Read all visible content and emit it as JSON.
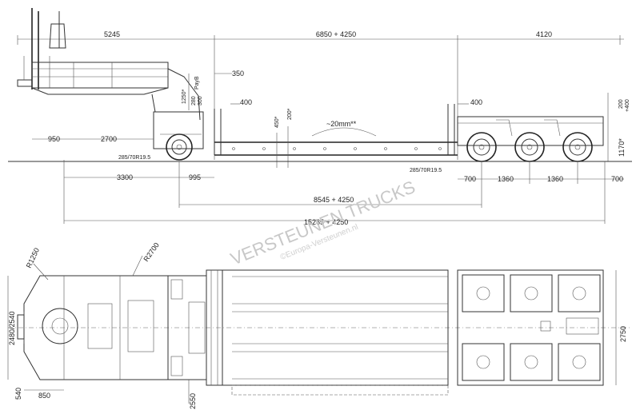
{
  "side_view": {
    "dims_top": {
      "front": "5245",
      "middle": "6850 + 4250",
      "rear": "4120",
      "kingpin_offset": "350",
      "deck_start_left": "400",
      "deck_start_right": "400",
      "gooseneck_height": "1250*",
      "deck_depth_left": "450*",
      "deck_depth_right": "200*",
      "deflection": "~20mm**",
      "rear_height_a": "200",
      "rear_height_b": "+400",
      "total_height": "1170*",
      "fifth_wheel_a": "280",
      "fifth_wheel_b": "300",
      "fifth_wheel_label": "PayB"
    },
    "tyres_front": "285/70R19.5",
    "tyres_rear": "285/70R19.5",
    "dims_lower": {
      "front_overhang": "950",
      "axle_front": "2700",
      "d3300": "3300",
      "d995": "995",
      "d700a": "700",
      "d1360a": "1360",
      "d1360b": "1360",
      "d700b": "700",
      "mid_span": "8545 + 4250",
      "overall": "15265 + 4250"
    }
  },
  "top_view": {
    "radius": "R1250",
    "swing": "R2700",
    "width": "2480/2540",
    "width_rear": "2750",
    "d540": "540",
    "d850": "850",
    "d2550": "2550"
  },
  "watermark": {
    "main": "VERSTEUNEN TRUCKS",
    "sub": "©Europa-Versteunen.nl"
  }
}
